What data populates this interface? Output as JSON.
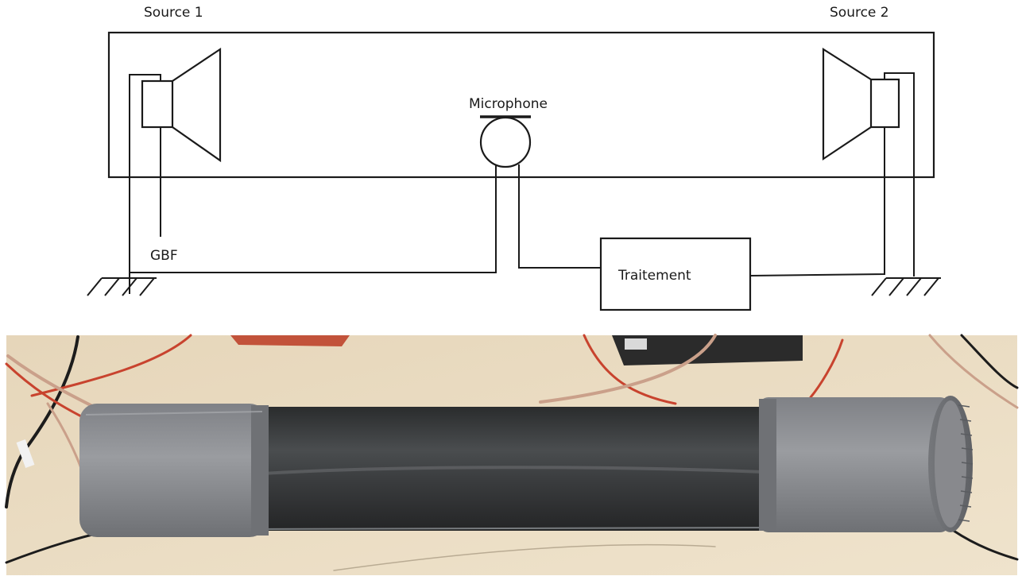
{
  "diagram": {
    "source_left_label": "Source 1",
    "source_right_label": "Source 2",
    "microphone_label": "Microphone",
    "generator_label": "GBF",
    "processing_label": "Traitement"
  },
  "photo": {
    "subject": "pvc-tube-with-end-caps",
    "colors": {
      "background": "#eadcc2",
      "tube": "#3b3d3e",
      "caps": "#8d8f93",
      "red_wire": "#c8432e",
      "copper_wire": "#caa08a"
    }
  }
}
